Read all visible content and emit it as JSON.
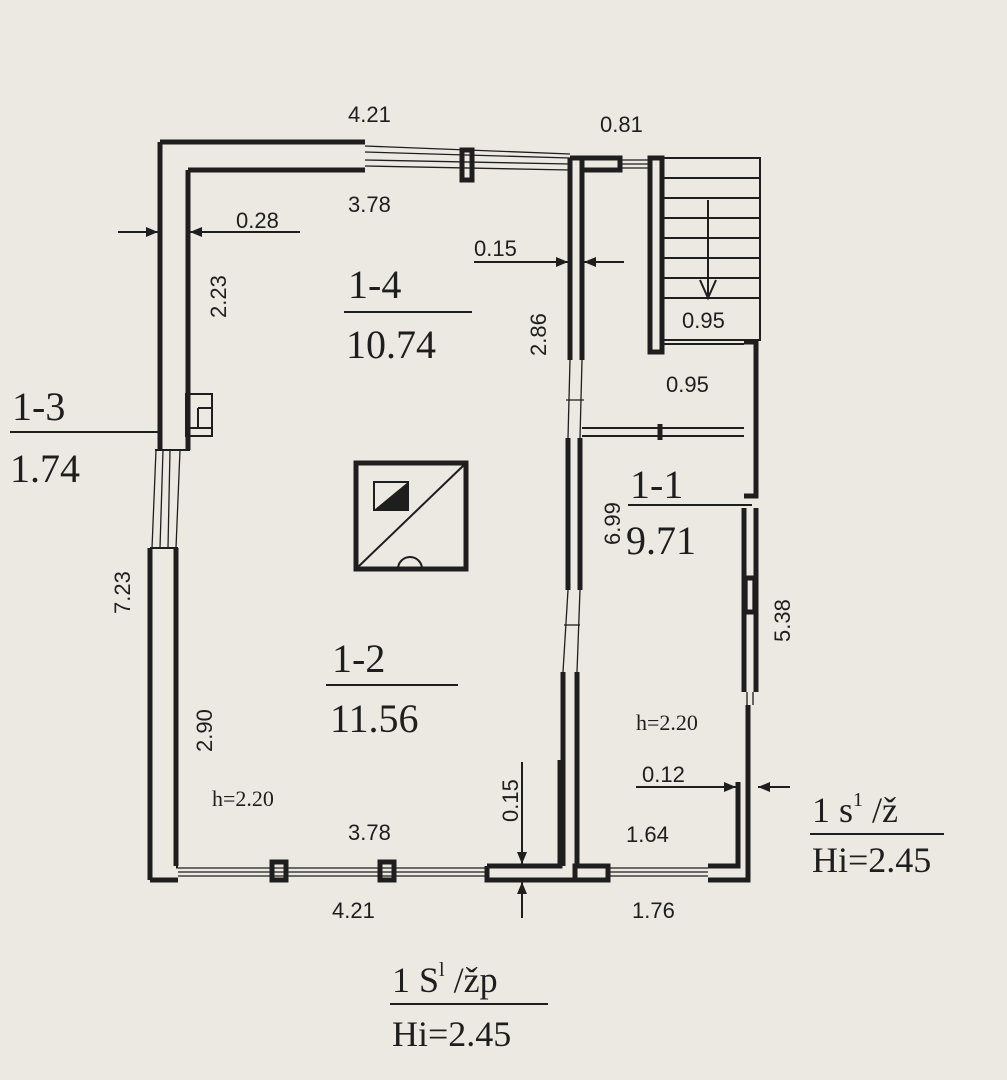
{
  "rooms": [
    {
      "id": "1-4",
      "area": "10.74"
    },
    {
      "id": "1-3",
      "area": "1.74"
    },
    {
      "id": "1-2",
      "area": "11.56"
    },
    {
      "id": "1-1",
      "area": "9.71"
    }
  ],
  "dimensions": {
    "top_outer": "4.21",
    "top_inner": "3.78",
    "stair_width": "0.81",
    "left_wall": "0.28",
    "room14_depth": "2.23",
    "partition_top": "0.15",
    "corridor_len": "2.86",
    "landing_1": "0.95",
    "landing_2": "0.95",
    "left_total": "7.23",
    "room12_depth": "2.90",
    "partition_mid": "6.99",
    "right_total": "5.38",
    "partition_bottom": "0.15",
    "right_wall": "0.12",
    "bottom_inner_left": "3.78",
    "bottom_inner_right": "1.64",
    "bottom_outer_left": "4.21",
    "bottom_outer_right": "1.76"
  },
  "heights": {
    "room12": "h=2.20",
    "room11": "h=2.20"
  },
  "floor_marks": {
    "side": {
      "label": "1 s",
      "sup": "1",
      "suffix": " /ž",
      "height": "Hi=2.45"
    },
    "main": {
      "label": "1 S",
      "sup": "l",
      "suffix": " /žp",
      "height": "Hi=2.45"
    }
  }
}
